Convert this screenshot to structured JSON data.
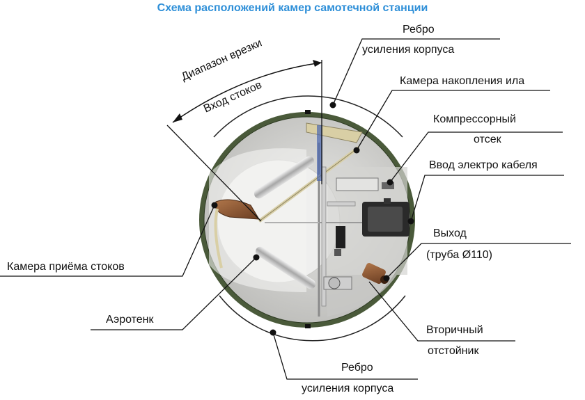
{
  "title": "Схема расположений камер самотечной станции",
  "labels": {
    "rib_top_1": "Ребро",
    "rib_top_2": "усиления корпуса",
    "sludge_chamber": "Камера накопления ила",
    "compressor_1": "Компрессорный",
    "compressor_2": "отсек",
    "cable_entry": "Ввод электро кабеля",
    "outlet_1": "Выход",
    "outlet_2": "(труба  Ø110)",
    "receiving_chamber": "Камера приёма стоков",
    "aerotank": "Аэротенк",
    "secondary_1": "Вторичный",
    "secondary_2": "отстойник",
    "rib_bottom_1": "Ребро",
    "rib_bottom_2": "усиления корпуса",
    "cut_range": "Диапазон врезки",
    "inflow": "Вход стоков"
  },
  "colors": {
    "title": "#2e8fd8",
    "shell": "#4a5a3a",
    "lines": "#111111"
  }
}
